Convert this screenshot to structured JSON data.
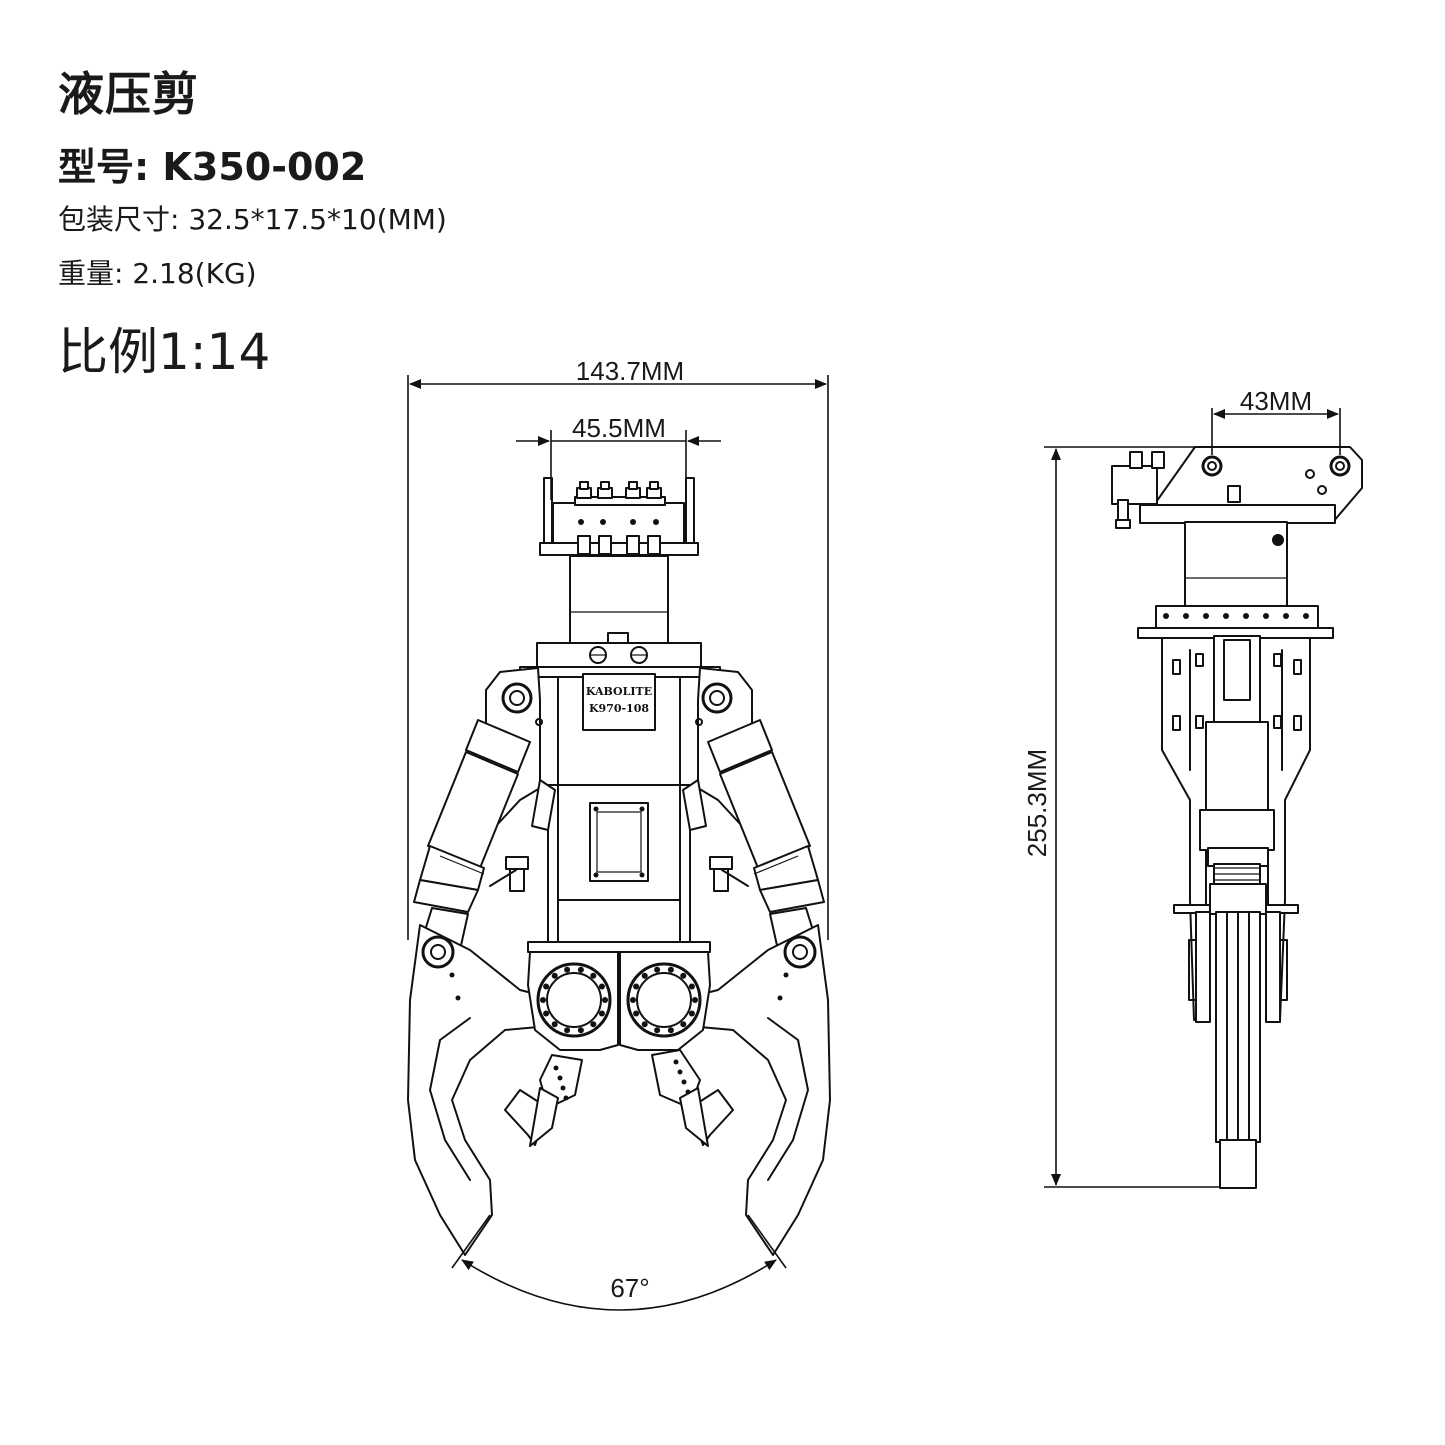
{
  "header": {
    "title": "液压剪",
    "model": "型号: K350-002",
    "package_size": "包装尺寸: 32.5*17.5*10(MM)",
    "weight": "重量: 2.18(KG)",
    "scale": "比例1:14"
  },
  "dimensions": {
    "overall_width": "143.7MM",
    "mount_width": "45.5MM",
    "side_mount_width": "43MM",
    "overall_height": "255.3MM",
    "jaw_angle": "67°"
  },
  "nameplate": {
    "brand": "KABOLITE",
    "model": "K970-108"
  },
  "colors": {
    "line": "#111111",
    "background": "#ffffff"
  }
}
